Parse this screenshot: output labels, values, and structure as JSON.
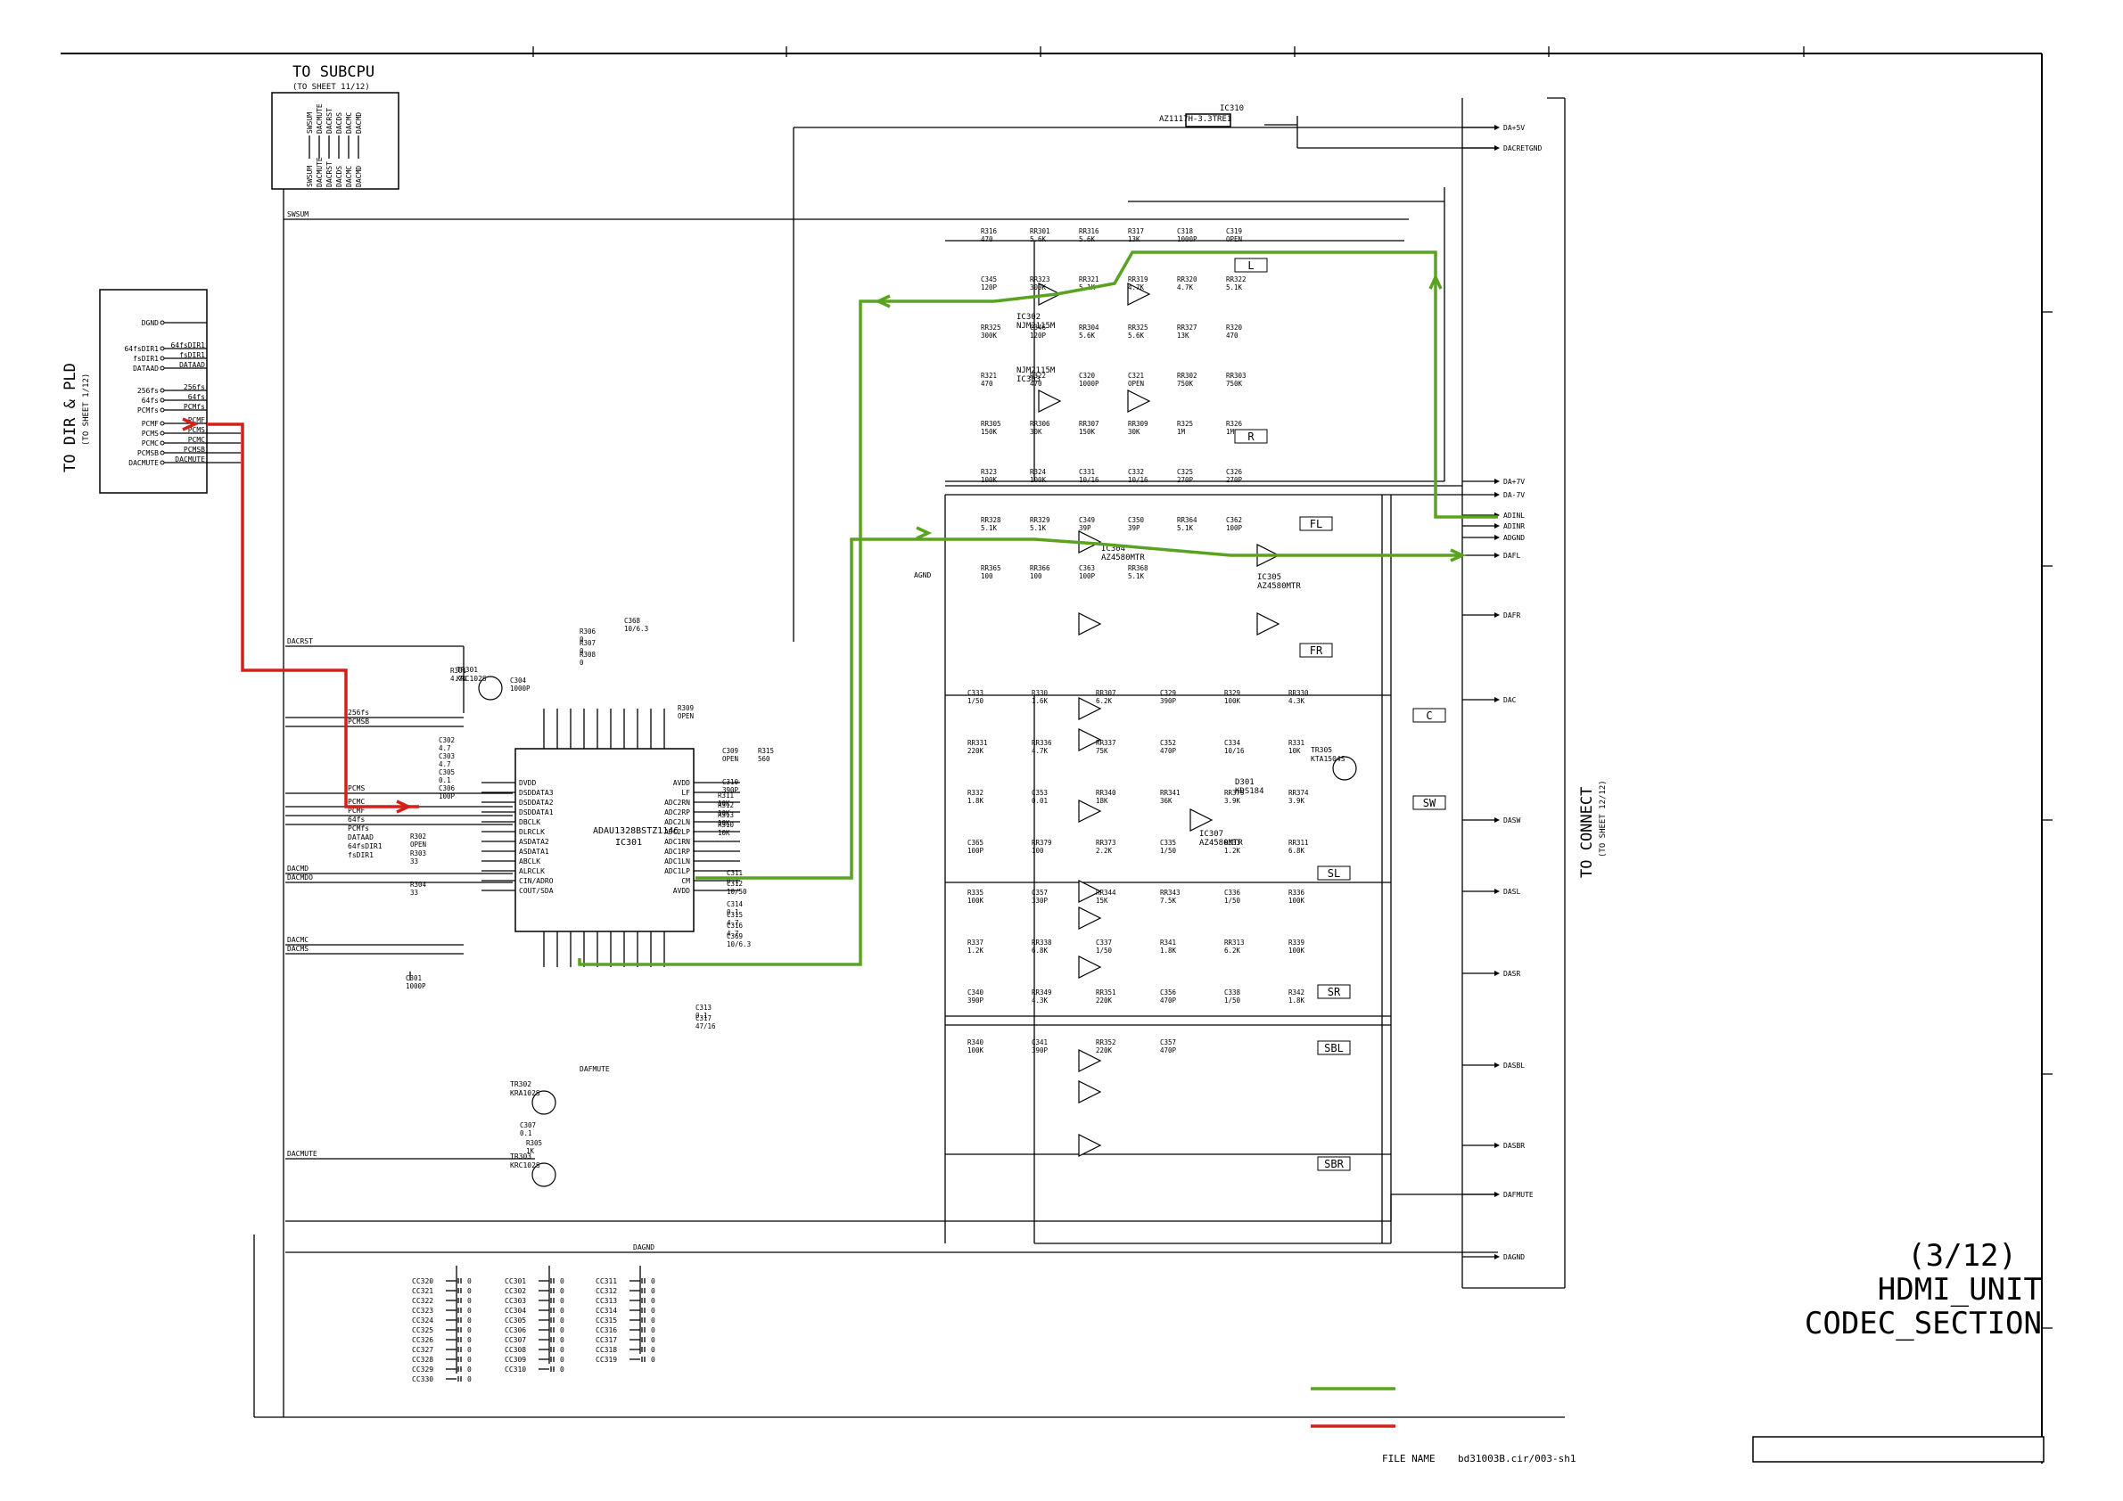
{
  "header": {
    "to_subcpu": "TO SUBCPU",
    "to_subcpu_sheet": "(TO SHEET 11/12)",
    "subcpu_signals": [
      "SWSUM",
      "DACMUTE",
      "DACRST",
      "DACDS",
      "DACMC",
      "DACMD"
    ],
    "to_dir_pld": "TO DIR & PLD",
    "to_dir_pld_sheet": "(TO SHEET 1/12)",
    "to_connect": "TO CONNECT",
    "to_connect_sheet": "(TO SHEET 12/12)"
  },
  "left_connector": {
    "pins": [
      "DGND",
      "64fsDIR1",
      "fsDIR1",
      "DATAAD",
      "256fs",
      "64fs",
      "PCMfs",
      "PCMF",
      "PCMS",
      "PCMC",
      "PCMSB",
      "DACMUTE"
    ],
    "right_labels": [
      "64fsDIR1",
      "fsDIR1",
      "DATAAD",
      "256fs",
      "64fs",
      "PCMfs",
      "PCMF",
      "PCMS",
      "PCMC",
      "PCMSB",
      "DACMUTE"
    ]
  },
  "ics": {
    "main": {
      "part": "ADAU1328BSTZ1146",
      "ref": "IC301"
    },
    "left_pins": [
      "DVDD",
      "DSDDATA3",
      "DSDDATA2",
      "DSDDATA1",
      "DBCLK",
      "DLRCLK",
      "ASDATA2",
      "ASDATA1",
      "ABCLK",
      "ALRCLK",
      "CIN/ADRO",
      "COUT/SDA"
    ],
    "right_pins": [
      "AVDD",
      "LF",
      "ADC2RN",
      "ADC2RP",
      "ADC2LN",
      "ADC2LP",
      "ADC1RN",
      "ADC1RP",
      "ADC1LN",
      "ADC1LP",
      "CM",
      "AVDD"
    ],
    "regulator": {
      "part": "AZ1117H-3.3TRE1",
      "ref": "IC310"
    },
    "opamp_a": {
      "part": "NJM2115M",
      "ref": "IC302"
    },
    "opamp_b": {
      "part": "NJM2115M",
      "ref": "IC303"
    },
    "opamp_c": {
      "part": "AZ4580MTR",
      "ref": "IC304"
    },
    "opamp_d": {
      "part": "AZ4580MTR",
      "ref": "IC305"
    },
    "opamp_e": {
      "part": "AZ4580MTR",
      "ref": "IC307"
    },
    "diode": {
      "part": "KDS184",
      "ref": "D301"
    }
  },
  "transistors": [
    {
      "ref": "TR301",
      "part": "KRC102S"
    },
    {
      "ref": "TR302",
      "part": "KRA102S"
    },
    {
      "ref": "TR303",
      "part": "KRC102S"
    },
    {
      "ref": "TR305",
      "part": "KTA1504S"
    }
  ],
  "channel_boxes": [
    "L",
    "R",
    "FL",
    "FR",
    "C",
    "SW",
    "SL",
    "SR",
    "SBL",
    "SBR"
  ],
  "right_outputs": [
    "DA+5V",
    "DACRETGND",
    "DA+7V",
    "DA-7V",
    "ADINL",
    "ADINR",
    "ADGND",
    "DAFL",
    "DAFR",
    "DAC",
    "DASW",
    "DASL",
    "DASR",
    "DASBL",
    "DASBR",
    "DAFMUTE",
    "DAGND"
  ],
  "internal_nets": [
    "SWSUM",
    "DACRST",
    "256fs",
    "PCMSB",
    "PCMS",
    "PCMC",
    "PCMF",
    "64fs",
    "PCMfs",
    "DATAAD",
    "64fsDIR1",
    "fsDIR1",
    "DACMD",
    "DACMDO",
    "DACMC",
    "DACMS",
    "DACMUTE",
    "DAFMUTE",
    "DAGND",
    "AGND"
  ],
  "parts_left": [
    {
      "ref": "C302",
      "val": "4.7"
    },
    {
      "ref": "C303",
      "val": "4.7"
    },
    {
      "ref": "C305",
      "val": "0.1"
    },
    {
      "ref": "C306",
      "val": "100P"
    },
    {
      "ref": "R302",
      "val": "OPEN"
    },
    {
      "ref": "R303",
      "val": "33"
    },
    {
      "ref": "R304",
      "val": "33"
    },
    {
      "ref": "R301",
      "val": "4.7K"
    },
    {
      "ref": "C304",
      "val": "1000P"
    },
    {
      "ref": "C301",
      "val": "1000P"
    },
    {
      "ref": "C307",
      "val": "0.1"
    },
    {
      "ref": "R305",
      "val": "1K"
    }
  ],
  "parts_top": [
    {
      "ref": "R306",
      "val": "0"
    },
    {
      "ref": "R307",
      "val": "0"
    },
    {
      "ref": "R308",
      "val": "0"
    },
    {
      "ref": "C368",
      "val": "10/6.3"
    },
    {
      "ref": "R309",
      "val": "OPEN"
    },
    {
      "ref": "C309",
      "val": "OPEN"
    },
    {
      "ref": "R315",
      "val": "560"
    },
    {
      "ref": "C310",
      "val": "390P"
    },
    {
      "ref": "R311",
      "val": "10K"
    },
    {
      "ref": "R312",
      "val": "10K"
    },
    {
      "ref": "R313",
      "val": "10K"
    },
    {
      "ref": "R310",
      "val": "10K"
    }
  ],
  "parts_bottom": [
    {
      "ref": "C311",
      "val": "0.1"
    },
    {
      "ref": "C312",
      "val": "10/50"
    },
    {
      "ref": "C314",
      "val": "0.1"
    },
    {
      "ref": "C315",
      "val": "4.7"
    },
    {
      "ref": "C316",
      "val": "4.7"
    },
    {
      "ref": "C369",
      "val": "10/6.3"
    },
    {
      "ref": "C313",
      "val": "0.1"
    },
    {
      "ref": "C317",
      "val": "47/16"
    }
  ],
  "parts_channels": [
    {
      "ref": "R316",
      "val": "470"
    },
    {
      "ref": "RR301",
      "val": "5.6K"
    },
    {
      "ref": "RR316",
      "val": "5.6K"
    },
    {
      "ref": "R317",
      "val": "13K"
    },
    {
      "ref": "C318",
      "val": "1000P"
    },
    {
      "ref": "C319",
      "val": "OPEN"
    },
    {
      "ref": "C345",
      "val": "120P"
    },
    {
      "ref": "RR323",
      "val": "300K"
    },
    {
      "ref": "RR321",
      "val": "5.1K"
    },
    {
      "ref": "RR319",
      "val": "4.7K"
    },
    {
      "ref": "RR320",
      "val": "4.7K"
    },
    {
      "ref": "RR322",
      "val": "5.1K"
    },
    {
      "ref": "RR325",
      "val": "300K"
    },
    {
      "ref": "C346",
      "val": "120P"
    },
    {
      "ref": "RR304",
      "val": "5.6K"
    },
    {
      "ref": "RR325",
      "val": "5.6K"
    },
    {
      "ref": "RR327",
      "val": "13K"
    },
    {
      "ref": "R320",
      "val": "470"
    },
    {
      "ref": "R321",
      "val": "470"
    },
    {
      "ref": "R322",
      "val": "470"
    },
    {
      "ref": "C320",
      "val": "1000P"
    },
    {
      "ref": "C321",
      "val": "OPEN"
    },
    {
      "ref": "RR302",
      "val": "750K"
    },
    {
      "ref": "RR303",
      "val": "750K"
    },
    {
      "ref": "RR305",
      "val": "150K"
    },
    {
      "ref": "RR306",
      "val": "30K"
    },
    {
      "ref": "RR307",
      "val": "150K"
    },
    {
      "ref": "RR309",
      "val": "30K"
    },
    {
      "ref": "R325",
      "val": "1M"
    },
    {
      "ref": "R326",
      "val": "1M"
    },
    {
      "ref": "R323",
      "val": "100K"
    },
    {
      "ref": "R324",
      "val": "100K"
    },
    {
      "ref": "C331",
      "val": "10/16"
    },
    {
      "ref": "C332",
      "val": "10/16"
    },
    {
      "ref": "C325",
      "val": "270P"
    },
    {
      "ref": "C326",
      "val": "270P"
    },
    {
      "ref": "RR328",
      "val": "5.1K"
    },
    {
      "ref": "RR329",
      "val": "5.1K"
    },
    {
      "ref": "C349",
      "val": "39P"
    },
    {
      "ref": "C350",
      "val": "39P"
    },
    {
      "ref": "RR364",
      "val": "5.1K"
    },
    {
      "ref": "C362",
      "val": "100P"
    },
    {
      "ref": "RR365",
      "val": "100"
    },
    {
      "ref": "RR366",
      "val": "100"
    },
    {
      "ref": "C363",
      "val": "100P"
    },
    {
      "ref": "RR368",
      "val": "5.1K"
    }
  ],
  "parts_lower": [
    {
      "ref": "C333",
      "val": "1/50"
    },
    {
      "ref": "R330",
      "val": "1.6K"
    },
    {
      "ref": "RR307",
      "val": "6.2K"
    },
    {
      "ref": "C329",
      "val": "390P"
    },
    {
      "ref": "R329",
      "val": "100K"
    },
    {
      "ref": "RR330",
      "val": "4.3K"
    },
    {
      "ref": "RR331",
      "val": "220K"
    },
    {
      "ref": "RR336",
      "val": "4.7K"
    },
    {
      "ref": "RR337",
      "val": "75K"
    },
    {
      "ref": "C352",
      "val": "470P"
    },
    {
      "ref": "C334",
      "val": "10/16"
    },
    {
      "ref": "R331",
      "val": "10K"
    },
    {
      "ref": "R332",
      "val": "1.8K"
    },
    {
      "ref": "C353",
      "val": "0.01"
    },
    {
      "ref": "RR340",
      "val": "18K"
    },
    {
      "ref": "RR341",
      "val": "36K"
    },
    {
      "ref": "RR375",
      "val": "3.9K"
    },
    {
      "ref": "RR374",
      "val": "3.9K"
    },
    {
      "ref": "C365",
      "val": "100P"
    },
    {
      "ref": "RR379",
      "val": "100"
    },
    {
      "ref": "RR373",
      "val": "2.2K"
    },
    {
      "ref": "C335",
      "val": "1/50"
    },
    {
      "ref": "R333",
      "val": "1.2K"
    },
    {
      "ref": "RR311",
      "val": "6.8K"
    },
    {
      "ref": "R335",
      "val": "100K"
    },
    {
      "ref": "C357",
      "val": "330P"
    },
    {
      "ref": "RR344",
      "val": "15K"
    },
    {
      "ref": "RR343",
      "val": "7.5K"
    },
    {
      "ref": "C336",
      "val": "1/50"
    },
    {
      "ref": "R336",
      "val": "100K"
    },
    {
      "ref": "R337",
      "val": "1.2K"
    },
    {
      "ref": "RR338",
      "val": "6.8K"
    },
    {
      "ref": "C337",
      "val": "1/50"
    },
    {
      "ref": "R341",
      "val": "1.8K"
    },
    {
      "ref": "RR313",
      "val": "6.2K"
    },
    {
      "ref": "R339",
      "val": "100K"
    },
    {
      "ref": "C340",
      "val": "390P"
    },
    {
      "ref": "RR349",
      "val": "4.3K"
    },
    {
      "ref": "RR351",
      "val": "220K"
    },
    {
      "ref": "C356",
      "val": "470P"
    },
    {
      "ref": "C338",
      "val": "1/50"
    },
    {
      "ref": "R342",
      "val": "1.8K"
    },
    {
      "ref": "R340",
      "val": "100K"
    },
    {
      "ref": "C341",
      "val": "390P"
    },
    {
      "ref": "RR352",
      "val": "220K"
    },
    {
      "ref": "C357",
      "val": "470P"
    }
  ],
  "cap_banks": {
    "col1": [
      "CC320",
      "CC321",
      "CC322",
      "CC323",
      "CC324",
      "CC325",
      "CC326",
      "CC327",
      "CC328",
      "CC329",
      "CC330"
    ],
    "col2": [
      "CC301",
      "CC302",
      "CC303",
      "CC304",
      "CC305",
      "CC306",
      "CC307",
      "CC308",
      "CC309",
      "CC310"
    ],
    "col3": [
      "CC311",
      "CC312",
      "CC313",
      "CC314",
      "CC315",
      "CC316",
      "CC317",
      "CC318",
      "CC319"
    ],
    "value": "0"
  },
  "title_block": {
    "sheet": "(3/12)",
    "line1": "HDMI_UNIT",
    "line2": "CODEC_SECTION",
    "file_name_label": "FILE NAME",
    "file_name": "bd31003B.cir/003-sh1"
  },
  "legend": {
    "colors": {
      "green": "#5aa321",
      "red": "#d3211a"
    }
  },
  "colors": {
    "line": "#000000",
    "background": "#ffffff",
    "signal_green": "#5aa321",
    "signal_red": "#d3211a"
  }
}
